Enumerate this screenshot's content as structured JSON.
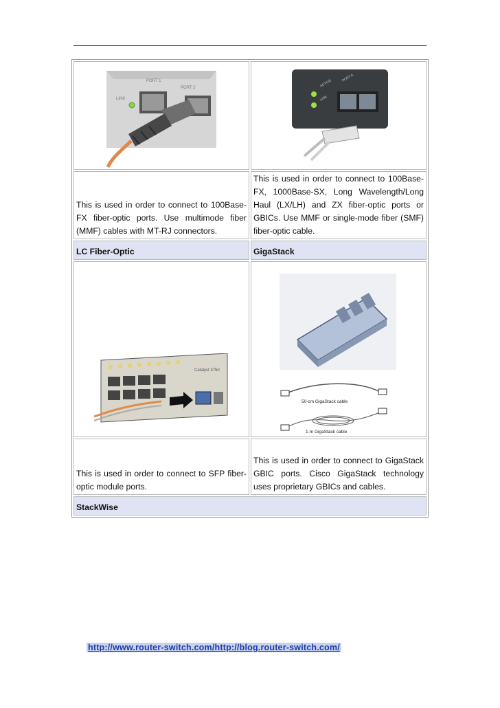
{
  "rows": [
    {
      "left": {
        "description": "This is used in order to connect to 100Base-FX fiber-optic ports. Use multimode fiber (MMF) cables with MT-RJ connectors."
      },
      "right": {
        "description": "This is used in order to connect to 100Base-FX, 1000Base-SX, Long Wavelength/Long Haul (LX/LH) and ZX fiber-optic ports or GBICs. Use MMF or single-mode fiber (SMF) fiber-optic cable."
      }
    },
    {
      "left": {
        "header": "LC Fiber-Optic",
        "description": "This is used in order to connect to SFP fiber-optic module ports."
      },
      "right": {
        "header": "GigaStack",
        "description": "This is used in order to connect to GigaStack GBIC ports. Cisco GigaStack technology uses proprietary GBICs and cables."
      }
    }
  ],
  "stackwise_header": "StackWise",
  "images": {
    "mtrj": {
      "port1": "PORT 1",
      "port2": "PORT 2",
      "link": "LINK"
    },
    "sc": {
      "active": "ACTIVE",
      "link": "LINK",
      "port": "PORT A"
    },
    "lc": {
      "brand": "Catalyst 3750"
    },
    "gigastack": {
      "cable_50": "50-cm GigaStack cable",
      "cable_1m": "1-m GigaStack cable"
    }
  },
  "footer_link": "http://www.router-switch.com/http://blog.router-switch.com/"
}
